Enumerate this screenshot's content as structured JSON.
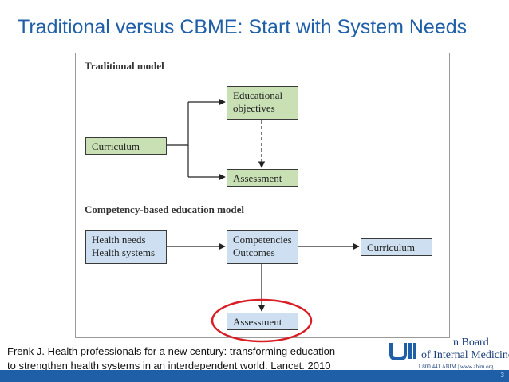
{
  "slide": {
    "title": "Traditional versus CBME: Start with System Needs",
    "number": "3"
  },
  "diagram": {
    "traditional": {
      "heading": "Traditional model",
      "curriculum": "Curriculum",
      "objectives_line1": "Educational",
      "objectives_line2": "objectives",
      "assessment": "Assessment"
    },
    "cbme": {
      "heading": "Competency-based education model",
      "needs_line1": "Health needs",
      "needs_line2": "Health systems",
      "competencies_line1": "Competencies",
      "competencies_line2": "Outcomes",
      "curriculum": "Curriculum",
      "assessment": "Assessment"
    },
    "colors": {
      "green_box": "#c8e0b4",
      "blue_box": "#cddff0",
      "highlight_ellipse": "#d81f26",
      "title_blue": "#1f5fa8"
    }
  },
  "citation": {
    "line1": "Frenk J. Health professionals for a new century: transforming education",
    "line2": "to strengthen health systems in an interdependent world. Lancet. 2010"
  },
  "logo": {
    "name_line1": "n Board",
    "name_line2": "of Internal Medicine",
    "contact": "1.800.441.ABIM | www.abim.org"
  }
}
